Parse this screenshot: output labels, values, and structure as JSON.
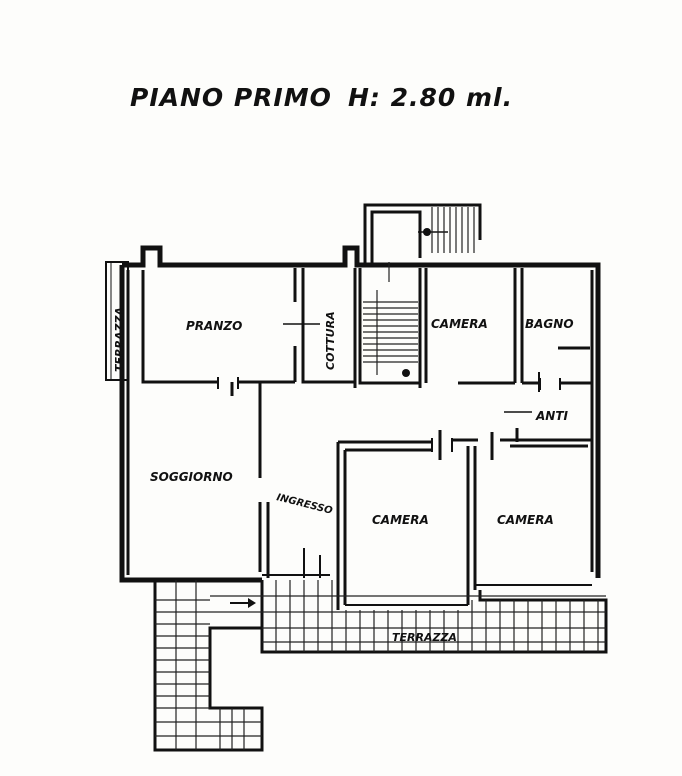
{
  "title": "PIANO PRIMO",
  "height_label": "H: 2.80 ml.",
  "rooms": {
    "terrazza_left": "TERRAZZA",
    "pranzo": "PRANZO",
    "cottura": "COTTURA",
    "camera_top": "CAMERA",
    "bagno": "BAGNO",
    "anti": "ANTI",
    "soggiorno": "SOGGIORNO",
    "ingresso": "INGRESSO",
    "camera_center": "CAMERA",
    "camera_right": "CAMERA",
    "terrazza_bottom": "TERRAZZA"
  }
}
